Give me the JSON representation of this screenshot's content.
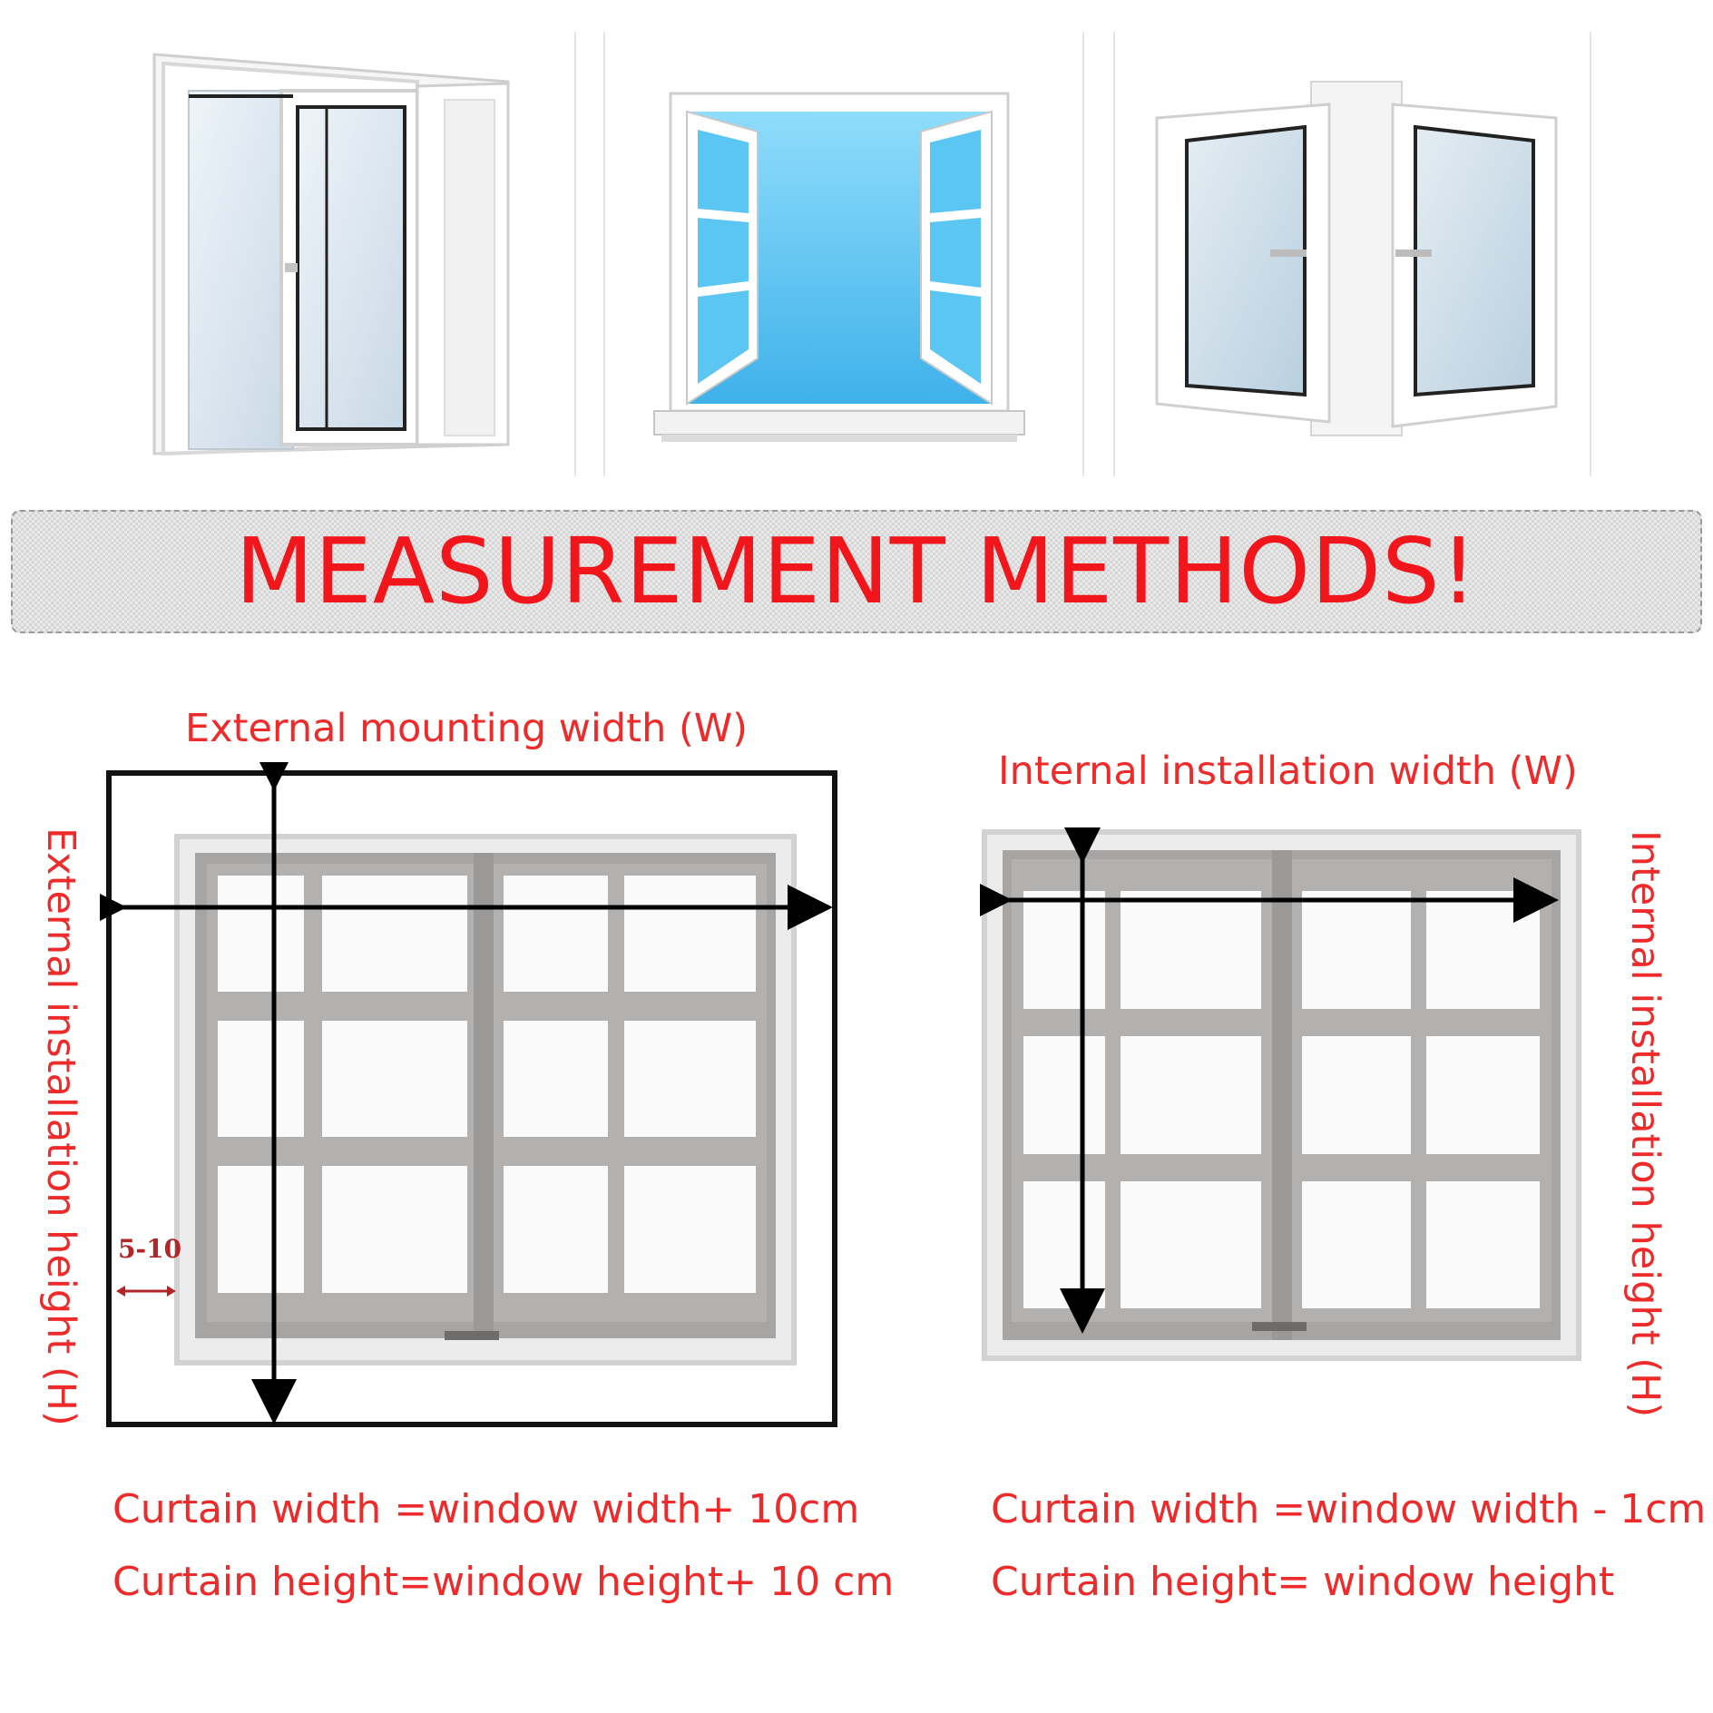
{
  "banner": {
    "title": "MEASUREMENT METHODS!"
  },
  "external": {
    "width_label": "External mounting width (W)",
    "height_label": "External installation height (H)",
    "margin_label": "5-10",
    "formula_width": "Curtain width =window width+ 10cm",
    "formula_height": "Curtain height=window height+ 10 cm"
  },
  "internal": {
    "width_label": "Internal installation width (W)",
    "height_label": "Internal installation height (H)",
    "formula_width": "Curtain width =window width - 1cm",
    "formula_height": "Curtain height= window height"
  },
  "colors": {
    "accent": "#ee2a2a",
    "title": "#f0161b",
    "sky": "#5cc6f2"
  }
}
